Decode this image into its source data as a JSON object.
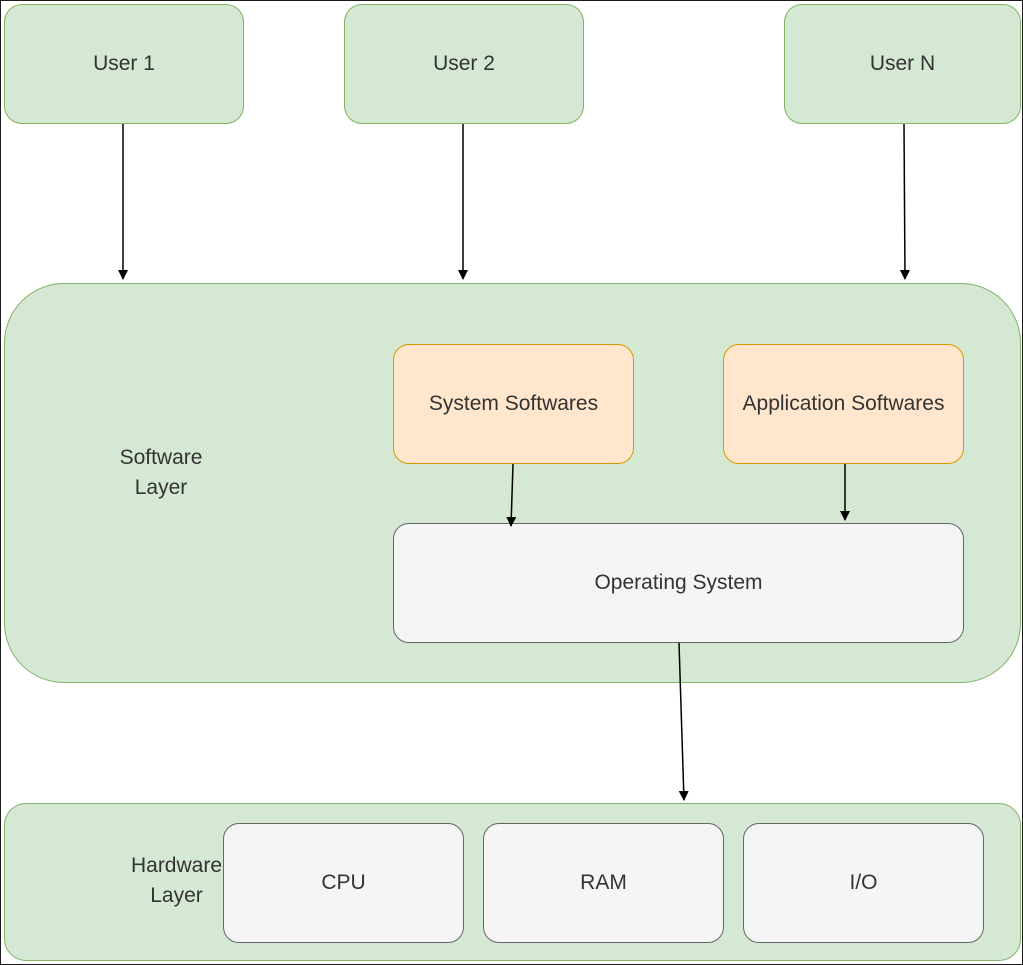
{
  "users": [
    "User 1",
    "User 2",
    "User N"
  ],
  "software_layer": {
    "label": "Software\nLayer",
    "system_softwares": "System Softwares",
    "application_softwares": "Application Softwares",
    "operating_system": "Operating System"
  },
  "hardware_layer": {
    "label": "Hardware\nLayer",
    "cpu": "CPU",
    "ram": "RAM",
    "io": "I/O"
  },
  "colors": {
    "green_fill": "#d5e8d4",
    "green_stroke": "#82b366",
    "orange_fill": "#ffe6cc",
    "orange_stroke": "#d79b00",
    "grey_fill": "#f5f5f5",
    "grey_stroke": "#666666"
  }
}
